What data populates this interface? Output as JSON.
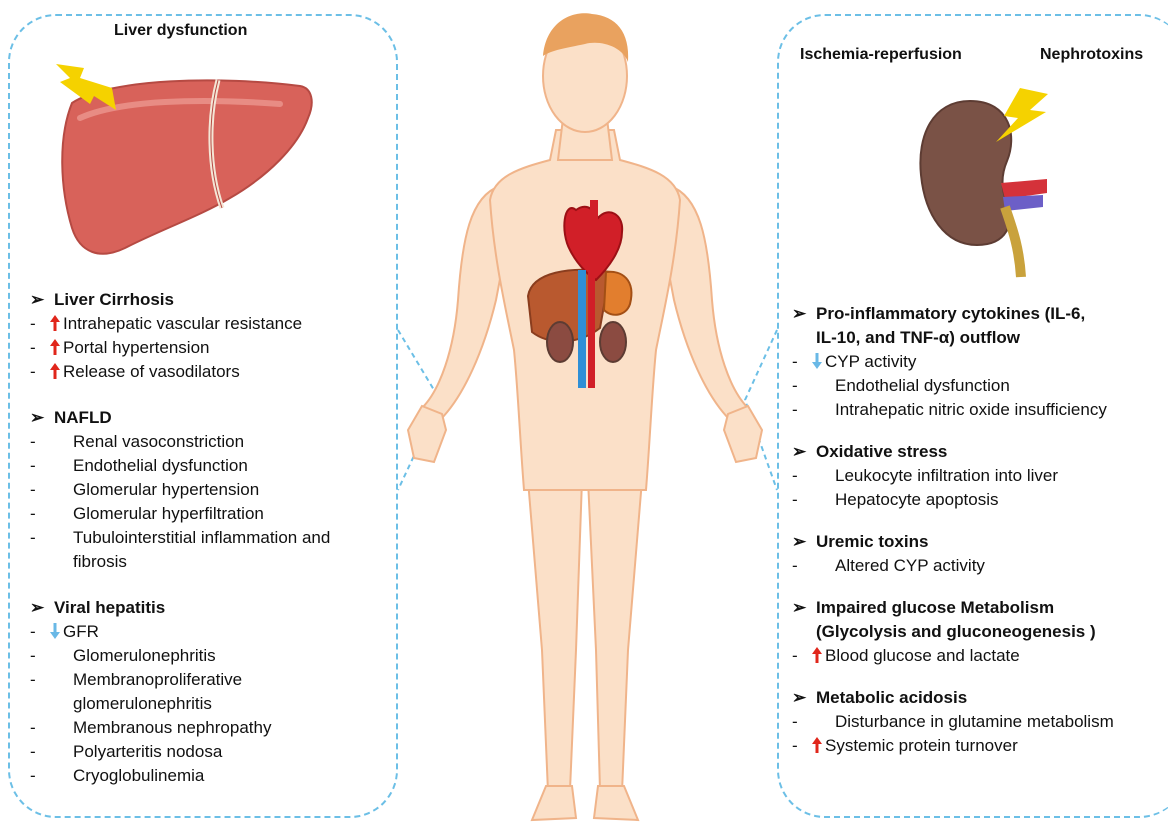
{
  "left": {
    "header": "Liver dysfunction",
    "sections": [
      {
        "title": "Liver Cirrhosis",
        "items": [
          {
            "mark": "up",
            "text": "Intrahepatic vascular resistance"
          },
          {
            "mark": "up",
            "text": "Portal hypertension"
          },
          {
            "mark": "up",
            "text": "Release of vasodilators"
          }
        ]
      },
      {
        "title": "NAFLD",
        "items": [
          {
            "mark": "dash",
            "text": "Renal vasoconstriction"
          },
          {
            "mark": "dash",
            "text": "Endothelial dysfunction"
          },
          {
            "mark": "dash",
            "text": "Glomerular hypertension"
          },
          {
            "mark": "dash",
            "text": "Glomerular hyperfiltration"
          },
          {
            "mark": "dash",
            "text": "Tubulointerstitial inflammation and"
          },
          {
            "mark": "cont",
            "text": "fibrosis"
          }
        ]
      },
      {
        "title": "Viral hepatitis",
        "items": [
          {
            "mark": "down",
            "text": "GFR"
          },
          {
            "mark": "dash",
            "text": "Glomerulonephritis"
          },
          {
            "mark": "dash",
            "text": "Membranoproliferative"
          },
          {
            "mark": "cont",
            "text": "glomerulonephritis"
          },
          {
            "mark": "dash",
            "text": "Membranous nephropathy"
          },
          {
            "mark": "dash",
            "text": "Polyarteritis nodosa"
          },
          {
            "mark": "dash",
            "text": "Cryoglobulinemia"
          }
        ]
      }
    ]
  },
  "right": {
    "header_left": "Ischemia-reperfusion",
    "header_right": "Nephrotoxins",
    "sections": [
      {
        "title_lines": [
          "Pro-inflammatory cytokines (IL-6,",
          "IL-10, and TNF-α) outflow"
        ],
        "items": [
          {
            "mark": "down",
            "text": "CYP activity"
          },
          {
            "mark": "dash",
            "text": "Endothelial dysfunction"
          },
          {
            "mark": "dash",
            "text": "Intrahepatic nitric oxide insufficiency"
          }
        ]
      },
      {
        "title_lines": [
          "Oxidative stress"
        ],
        "items": [
          {
            "mark": "dash",
            "text": "Leukocyte infiltration into liver"
          },
          {
            "mark": "dash",
            "text": "Hepatocyte apoptosis"
          }
        ]
      },
      {
        "title_lines": [
          "Uremic toxins"
        ],
        "items": [
          {
            "mark": "dash",
            "text": "Altered CYP activity"
          }
        ]
      },
      {
        "title_lines": [
          "Impaired glucose Metabolism",
          "(Glycolysis and gluconeogenesis )"
        ],
        "items": [
          {
            "mark": "up",
            "text": "Blood glucose and lactate"
          }
        ]
      },
      {
        "title_lines": [
          "Metabolic acidosis"
        ],
        "items": [
          {
            "mark": "dash",
            "text": "Disturbance in glutamine metabolism"
          },
          {
            "mark": "up",
            "text": "Systemic protein turnover"
          }
        ]
      }
    ]
  },
  "colors": {
    "dashed_border": "#6cbfe6",
    "up_arrow": "#e0261b",
    "down_arrow": "#69b8e6",
    "liver": "#d8625a",
    "kidney": "#7a5246",
    "skin": "#fbe0c8",
    "hair": "#e9a25f",
    "lightning": "#f5d200"
  },
  "icons": [
    "lightning-bolt-icon",
    "liver-illustration",
    "kidney-illustration",
    "human-body-illustration",
    "heart-illustration"
  ]
}
